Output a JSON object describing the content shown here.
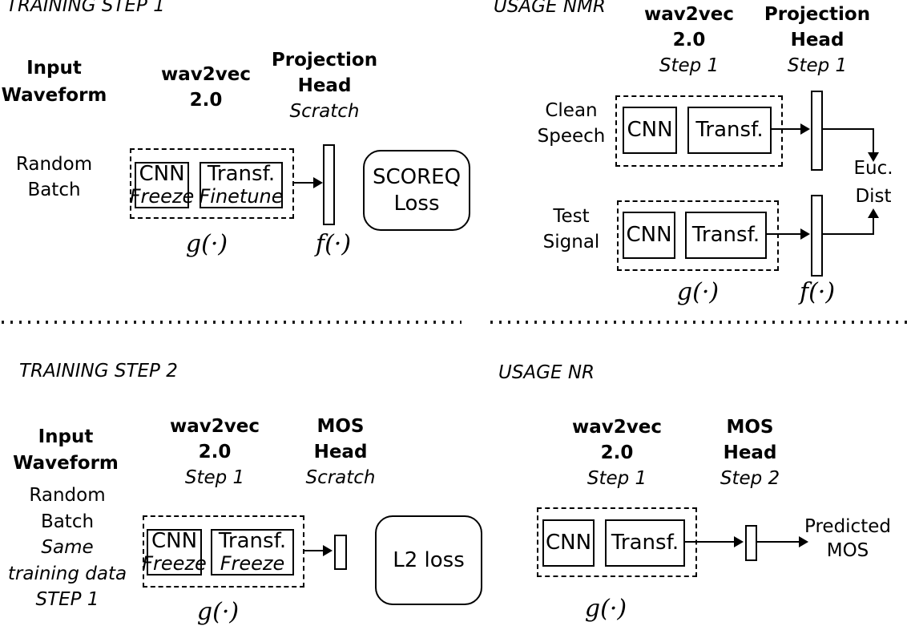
{
  "colors": {
    "ink": "#000000",
    "background": "#ffffff"
  },
  "training_step_1": {
    "title": "TRAINING STEP 1",
    "input_header": [
      "Input",
      "Waveform"
    ],
    "input_label": [
      "Random",
      "Batch"
    ],
    "encoder_header": [
      "wav2vec",
      "2.0"
    ],
    "head_header": [
      "Projection",
      "Head"
    ],
    "head_sub": "Scratch",
    "cnn_label": "CNN",
    "cnn_state": "Freeze",
    "transf_label": "Transf.",
    "transf_state": "Finetune",
    "encoder_fn": "g(·)",
    "head_fn": "f(·)",
    "loss_box": [
      "SCOREQ",
      "Loss"
    ]
  },
  "usage_nmr": {
    "title": "USAGE NMR",
    "encoder_header": [
      "wav2vec",
      "2.0"
    ],
    "encoder_sub": "Step 1",
    "head_header": [
      "Projection",
      "Head"
    ],
    "head_sub": "Step 1",
    "row1_label": [
      "Clean",
      "Speech"
    ],
    "row2_label": [
      "Test",
      "Signal"
    ],
    "cnn_label": "CNN",
    "transf_label": "Transf.",
    "output_label": [
      "Euc.",
      "Dist"
    ],
    "encoder_fn": "g(·)",
    "head_fn": "f(·)"
  },
  "training_step_2": {
    "title": "TRAINING STEP 2",
    "input_header": [
      "Input",
      "Waveform"
    ],
    "input_label": [
      "Random",
      "Batch",
      "Same",
      "training data",
      "STEP 1"
    ],
    "encoder_header": [
      "wav2vec",
      "2.0"
    ],
    "encoder_sub": "Step 1",
    "head_header": [
      "MOS",
      "Head"
    ],
    "head_sub": "Scratch",
    "cnn_label": "CNN",
    "cnn_state": "Freeze",
    "transf_label": "Transf.",
    "transf_state": "Freeze",
    "encoder_fn": "g(·)",
    "loss_box": "L2 loss"
  },
  "usage_nr": {
    "title": "USAGE NR",
    "encoder_header": [
      "wav2vec",
      "2.0"
    ],
    "encoder_sub": "Step 1",
    "head_header": [
      "MOS",
      "Head"
    ],
    "head_sub": "Step 2",
    "cnn_label": "CNN",
    "transf_label": "Transf.",
    "output_label": [
      "Predicted",
      "MOS"
    ],
    "encoder_fn": "g(·)"
  }
}
